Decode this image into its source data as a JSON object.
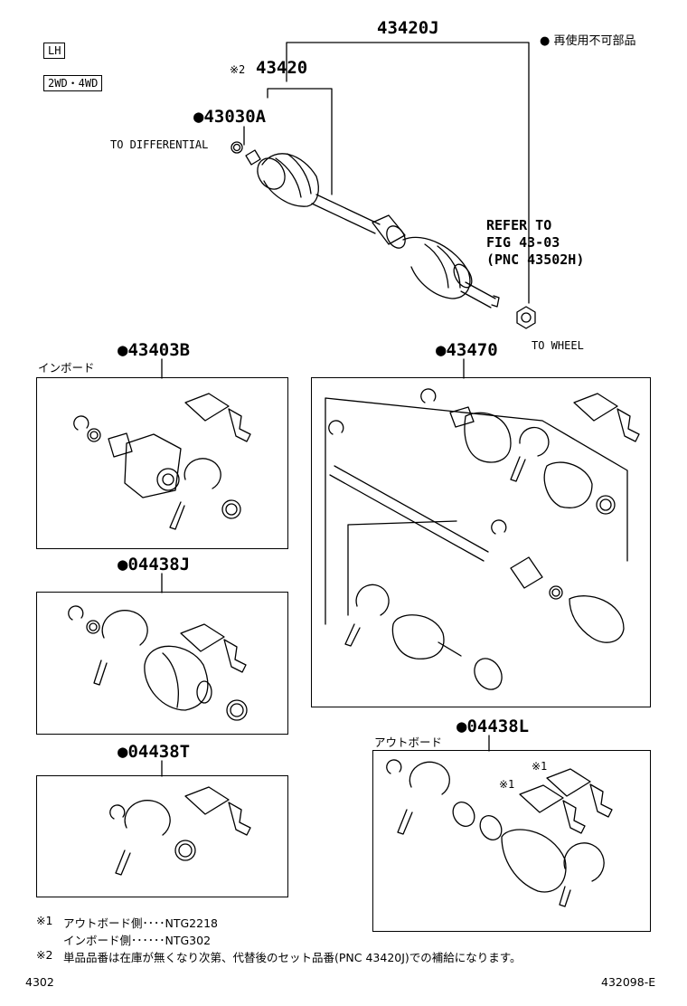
{
  "header": {
    "tag_lh": "LH",
    "tag_drive": "2WD・4WD",
    "legend": "● 再使用不可部品"
  },
  "parts": {
    "assembly": "43420J",
    "shaft": "43420",
    "shaft_mark": "※2",
    "inner_clip": "●43030A",
    "inboard_joint": "●43403B",
    "outboard_joint": "●43470",
    "inboard_boot_kit": "●04438J",
    "inboard_repair_kit": "●04438T",
    "outboard_boot_kit": "●04438L"
  },
  "labels": {
    "to_differential": "TO DIFFERENTIAL",
    "to_wheel": "TO WHEEL",
    "refer_line1": "REFER TO",
    "refer_line2": "FIG 43-03",
    "refer_line3": "(PNC 43502H)",
    "inboard": "インボード",
    "outboard": "アウトボード",
    "mark1a": "※1",
    "mark1b": "※1"
  },
  "notes": {
    "n1_mark": "※1",
    "n1_line1": "アウトボード側････NTG2218",
    "n1_line2": "インボード側･･････NTG302",
    "n2_mark": "※2",
    "n2_text": "単品品番は在庫が無くなり次第、代替後のセット品番(PNC 43420J)での補給になります。"
  },
  "footer": {
    "page": "4302",
    "figure": "432098-E"
  }
}
